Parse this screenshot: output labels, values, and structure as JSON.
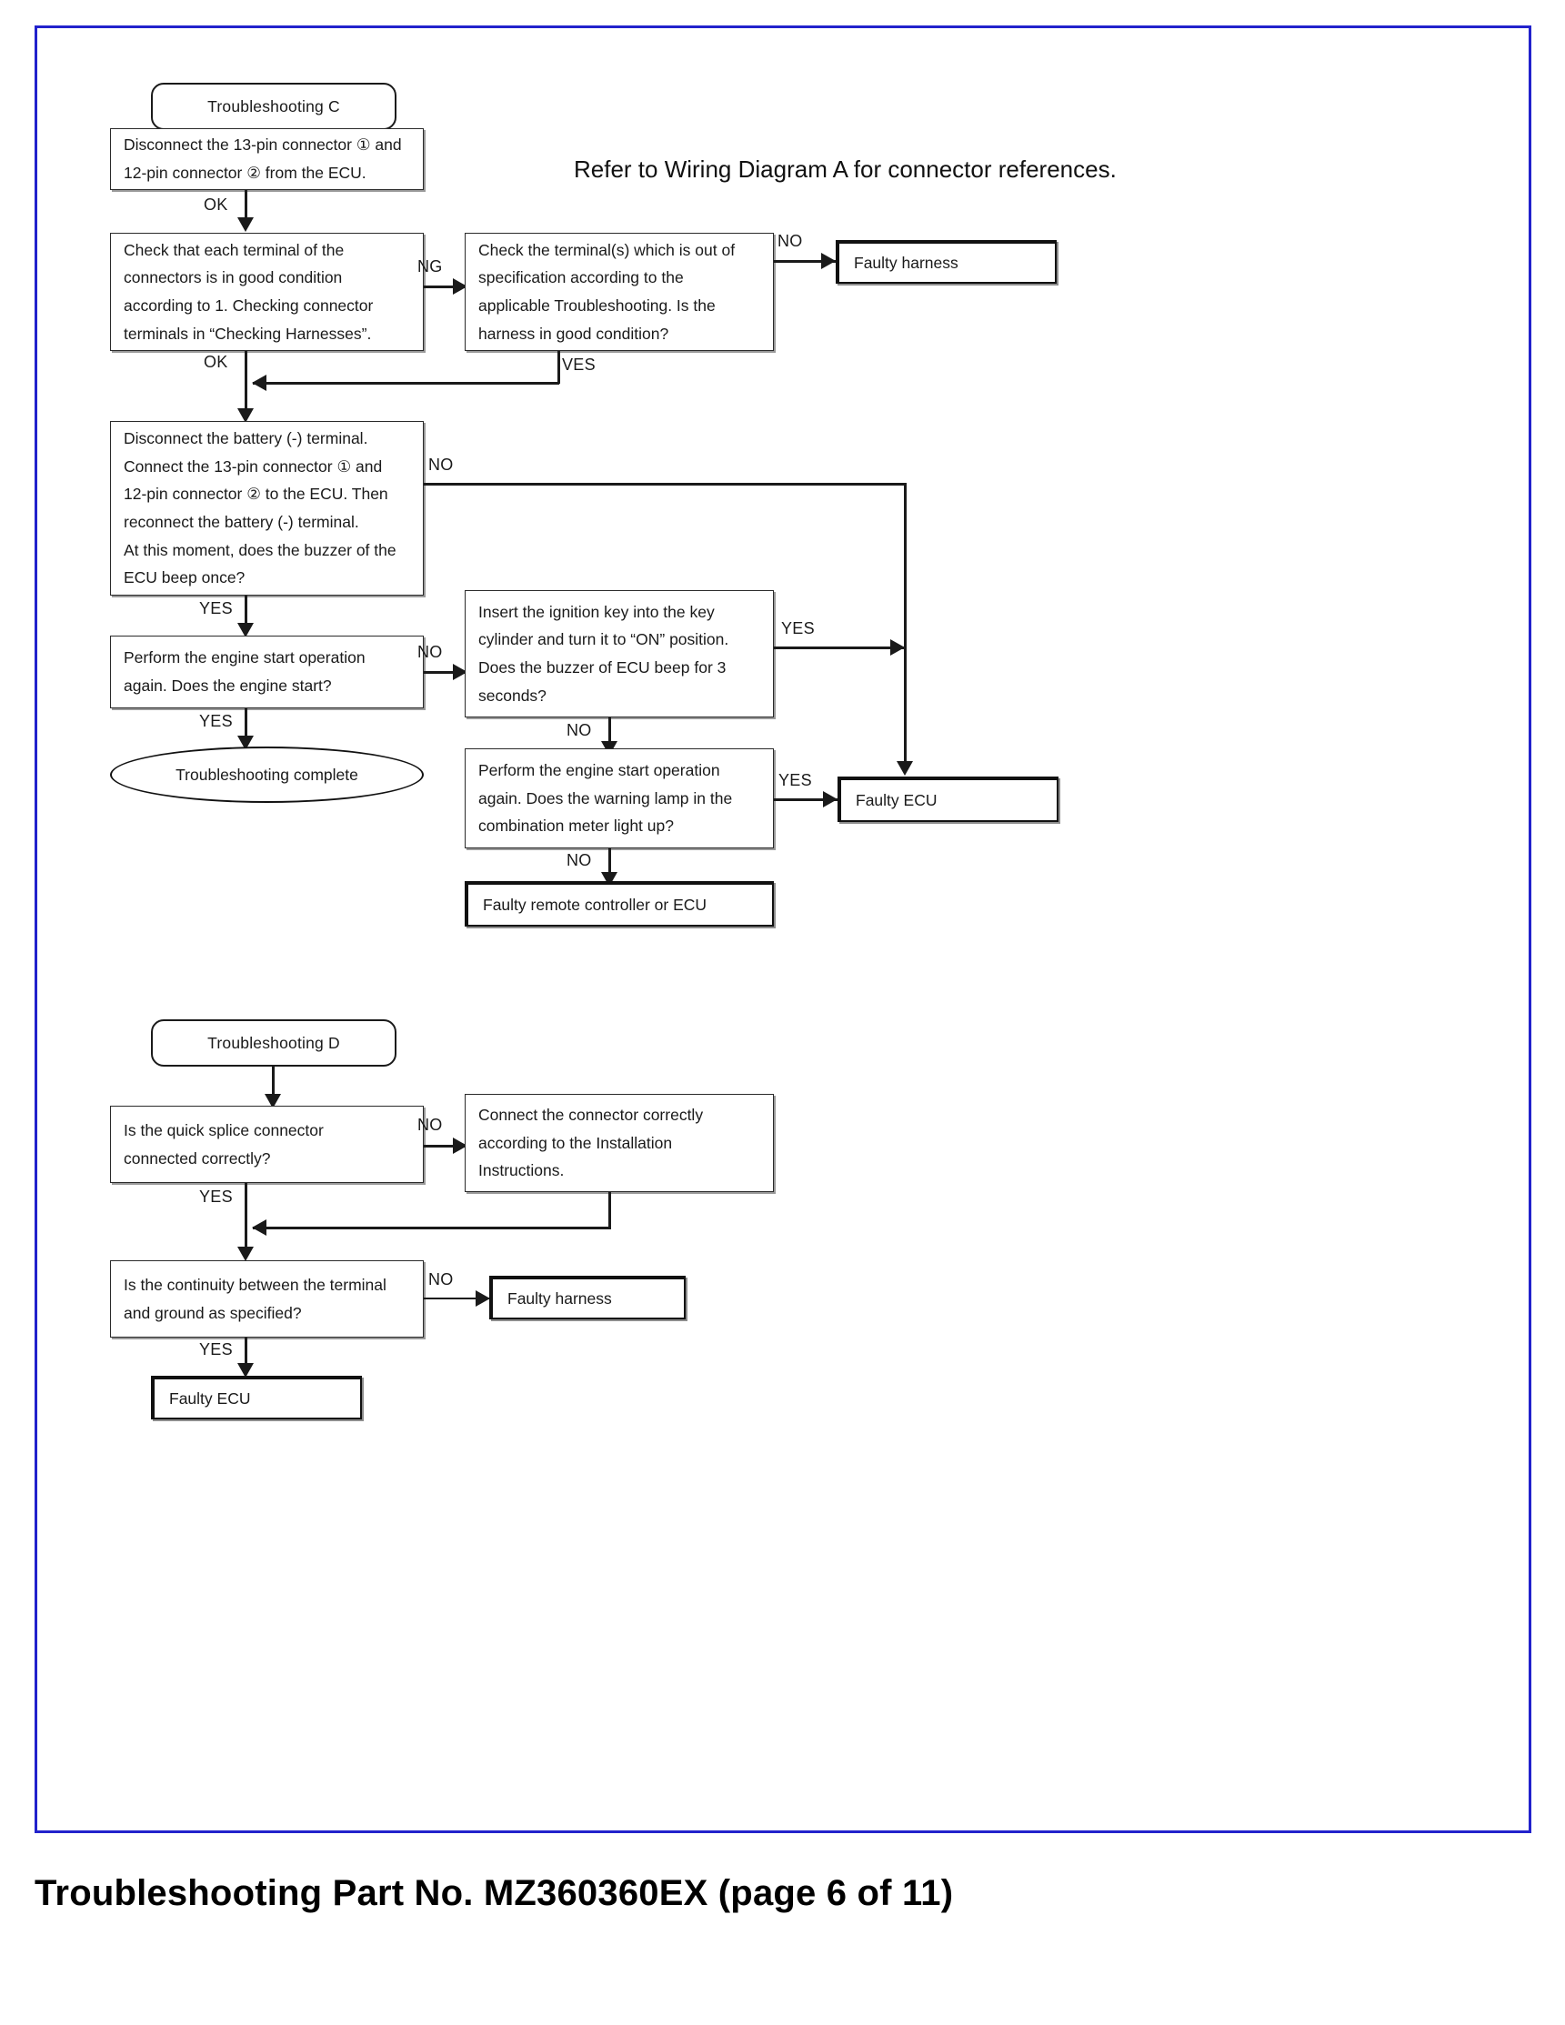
{
  "document": {
    "footer_caption": "Troubleshooting Part No. MZ360360EX (page 6 of 11)",
    "note": "Refer to Wiring Diagram A for connector references.",
    "frame_color": "#2222cc"
  },
  "flow_c": {
    "start": "Troubleshooting C",
    "n1": {
      "l1": "Disconnect the 13-pin connector ① and",
      "l2": "12-pin connector ② from the ECU."
    },
    "n2": {
      "l1": "Check that each terminal of the",
      "l2": "connectors is in good condition",
      "l3": "according to 1. Checking connector",
      "l4": "terminals in “Checking Harnesses”."
    },
    "n3": {
      "l1": "Check the terminal(s) which is out of",
      "l2": "specification according to the",
      "l3": "applicable Troubleshooting. Is the",
      "l4": "harness in good condition?"
    },
    "n4": {
      "l1": "Faulty harness"
    },
    "n5": {
      "l1": "Disconnect  the  battery  (-)  terminal.",
      "l2": "Connect  the  13-pin  connector ①  and",
      "l3": "12-pin connector ② to the ECU. Then",
      "l4": "reconnect the battery (-) terminal.",
      "l5": "At this moment, does the buzzer of the",
      "l6": "ECU beep once?"
    },
    "n6": {
      "l1": "Perform the engine start operation",
      "l2": "again. Does the engine start?"
    },
    "n7": {
      "l1": "Troubleshooting complete"
    },
    "n8": {
      "l1": "Insert the ignition key into the key",
      "l2": "cylinder and turn it to “ON” position.",
      "l3": "Does  the  buzzer  of  ECU  beep  for  3",
      "l4": "seconds?"
    },
    "n9": {
      "l1": "Perform the engine start operation",
      "l2": "again. Does the warning lamp in the",
      "l3": "combination meter light up?"
    },
    "n10": {
      "l1": "Faulty ECU"
    },
    "n11": {
      "l1": "Faulty remote controller or ECU"
    },
    "labels": {
      "ok1": "OK",
      "ok2": "OK",
      "ng1": "NG",
      "no1": "NO",
      "yes1": "VES",
      "no2": "NO",
      "yes2": "YES",
      "no3": "NO",
      "yes3": "YES",
      "no4": "NO",
      "yes4": "YES",
      "no5": "NO"
    }
  },
  "flow_d": {
    "start": "Troubleshooting D",
    "d1": {
      "l1": "Is the quick splice connector",
      "l2": "connected correctly?"
    },
    "d2": {
      "l1": "Connect the connector correctly",
      "l2": "according to the Installation",
      "l3": "Instructions."
    },
    "d3": {
      "l1": "Is  the  continuity between the terminal",
      "l2": "and ground as specified?"
    },
    "d4": {
      "l1": "Faulty harness"
    },
    "d5": {
      "l1": "Faulty ECU"
    },
    "labels": {
      "no1": "NO",
      "yes1": "YES",
      "no2": "NO",
      "yes2": "YES"
    }
  }
}
